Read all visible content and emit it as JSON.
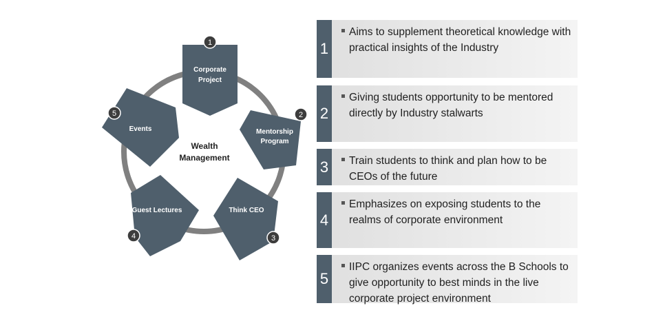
{
  "center": {
    "line1": "Wealth",
    "line2": "Management"
  },
  "segments": [
    {
      "number": "1",
      "line1": "Corporate",
      "line2": "Project"
    },
    {
      "number": "2",
      "line1": "Mentorship",
      "line2": "Program"
    },
    {
      "number": "3",
      "line1": "Think CEO",
      "line2": ""
    },
    {
      "number": "4",
      "line1": "Guest Lectures",
      "line2": ""
    },
    {
      "number": "5",
      "line1": "Events",
      "line2": ""
    }
  ],
  "items": [
    {
      "number": "1",
      "text": "Aims to supplement theoretical knowledge with practical insights of the Industry"
    },
    {
      "number": "2",
      "text": "Giving students opportunity to be mentored directly by Industry stalwarts"
    },
    {
      "number": "3",
      "text": "Train students to think and plan how to be CEOs of the future"
    },
    {
      "number": "4",
      "text": "Emphasizes on exposing students to the realms of corporate environment"
    },
    {
      "number": "5",
      "text": "IIPC organizes events across the B Schools to give opportunity to best minds in the live corporate project environment"
    }
  ],
  "colors": {
    "shape": "#4f5f6c",
    "ring": "#808080",
    "badge": "#3d3d3d"
  }
}
